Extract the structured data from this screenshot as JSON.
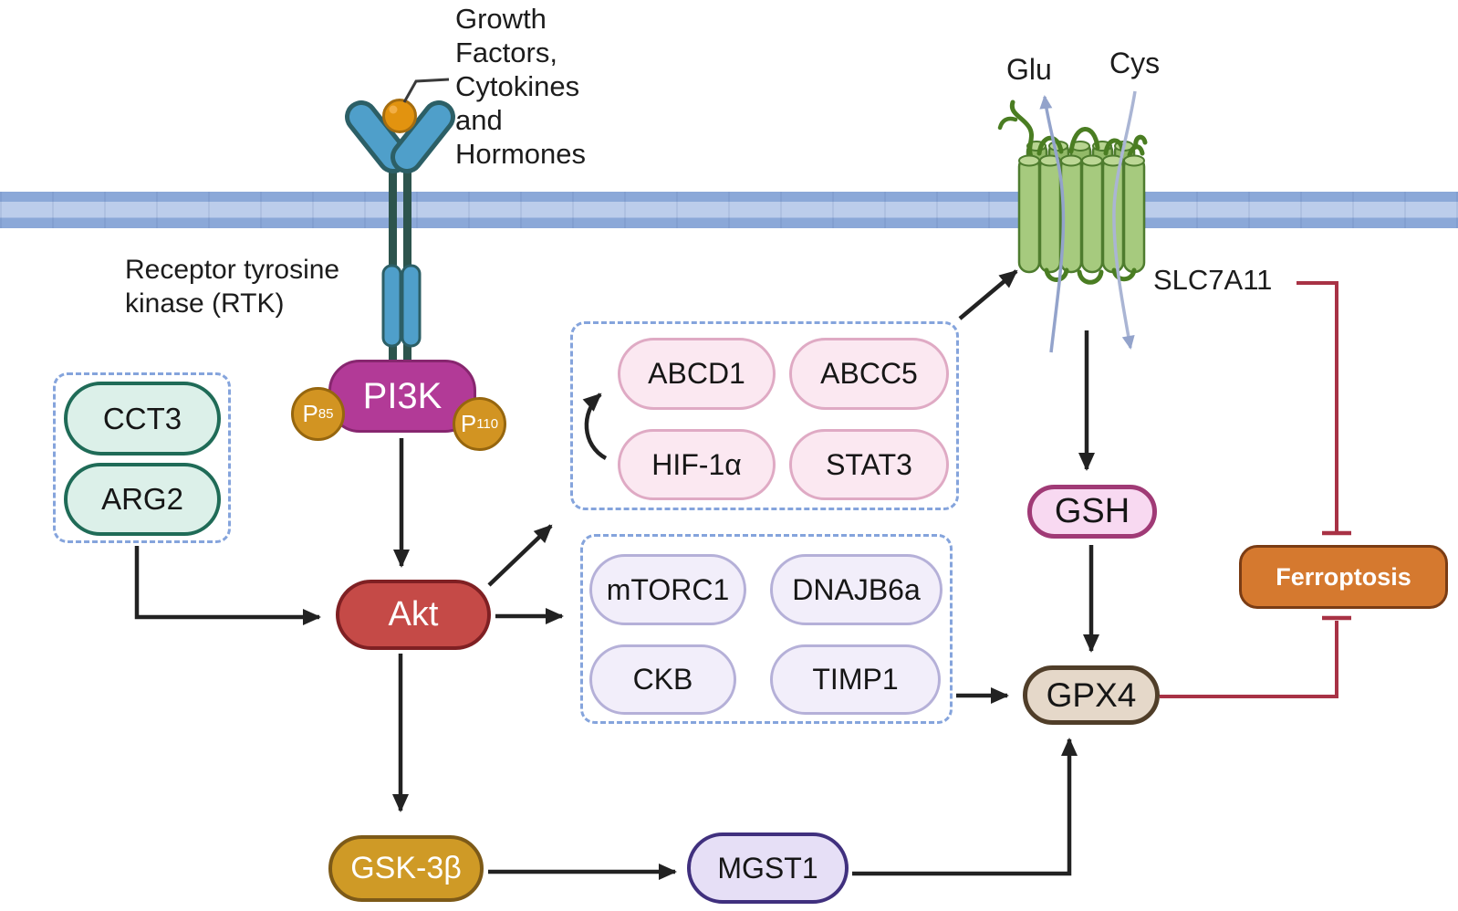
{
  "labels": {
    "growth_factors": "Growth\nFactors,\nCytokines\nand\nHormones",
    "rtk": "Receptor tyrosine\nkinase (RTK)",
    "glu": "Glu",
    "cys": "Cys",
    "slc7a11": "SLC7A11"
  },
  "nodes": {
    "cct3": "CCT3",
    "arg2": "ARG2",
    "pi3k": "PI3K",
    "p85_base": "P",
    "p85_sub": "85",
    "p110_base": "P",
    "p110_sub": "110",
    "akt": "Akt",
    "abcd1": "ABCD1",
    "abcc5": "ABCC5",
    "hif1a": "HIF-1α",
    "stat3": "STAT3",
    "mtorc1": "mTORC1",
    "dnajb6a": "DNAJB6a",
    "ckb": "CKB",
    "timp1": "TIMP1",
    "gsk3b": "GSK-3β",
    "mgst1": "MGST1",
    "gsh": "GSH",
    "gpx4": "GPX4",
    "ferroptosis": "Ferroptosis"
  },
  "edges": [
    {
      "from": "RTK",
      "to": "PI3K",
      "type": "activation"
    },
    {
      "from": "PI3K",
      "to": "Akt",
      "type": "activation"
    },
    {
      "from": "CCT3/ARG2",
      "to": "Akt",
      "type": "activation"
    },
    {
      "from": "Akt",
      "to": "ABCD1/ABCC5/HIF-1α/STAT3",
      "type": "activation"
    },
    {
      "from": "Akt",
      "to": "mTORC1/DNAJB6a/CKB/TIMP1",
      "type": "activation"
    },
    {
      "from": "Akt",
      "to": "GSK-3β",
      "type": "activation"
    },
    {
      "from": "GSK-3β",
      "to": "MGST1",
      "type": "activation"
    },
    {
      "from": "MGST1",
      "to": "GPX4",
      "type": "activation"
    },
    {
      "from": "ABCD1/ABCC5/HIF-1α/STAT3",
      "to": "SLC7A11 transporter",
      "type": "activation"
    },
    {
      "from": "SLC7A11 transporter",
      "to": "GSH",
      "type": "activation"
    },
    {
      "from": "GSH",
      "to": "GPX4",
      "type": "activation"
    },
    {
      "from": "mTORC1/DNAJB6a/CKB/TIMP1",
      "to": "GPX4",
      "type": "activation"
    },
    {
      "from": "SLC7A11",
      "to": "Ferroptosis",
      "type": "inhibition"
    },
    {
      "from": "GPX4",
      "to": "Ferroptosis",
      "type": "inhibition"
    }
  ],
  "colors": {
    "membrane_blue": "#8BA8D8",
    "membrane_light": "#BCCDEB",
    "arrow_black": "#222222",
    "inhibition_red": "#A83245",
    "transport_arrow_blue": "#93A3CB",
    "dashed_box_border": "#85A4DC",
    "pi3k_magenta": "#B23A97",
    "subunit_gold": "#D29422",
    "akt_red": "#C54A47",
    "gsk3b_gold": "#CF9A26",
    "mint_fill": "#DCF0E9",
    "mint_border": "#1F6B57",
    "pink_fill": "#FBE8F1",
    "pink_border": "#DFAAC4",
    "lavender_fill": "#F2EEFA",
    "lavender_border": "#B5B0D8",
    "mgst1_border": "#40307E",
    "gsh_fill": "#F8D9F1",
    "gsh_border": "#A03A76",
    "gpx4_fill": "#E5D8C9",
    "gpx4_border": "#503E29",
    "ferroptosis_orange": "#D5792F",
    "transporter_green": "#A6CA7E",
    "transporter_border": "#4E7C2E",
    "receptor_blue": "#4F9FCA",
    "receptor_dark": "#2C5F66",
    "ligand_orange": "#E2930F"
  }
}
